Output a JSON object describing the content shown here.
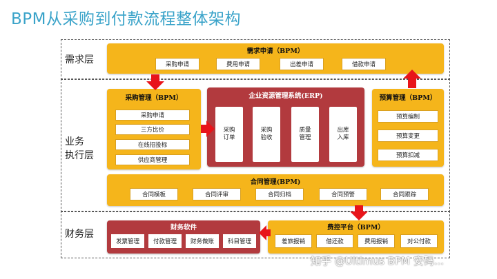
{
  "title": "BPM从采购到付款流程整体架构",
  "layers": {
    "demand": "需求层",
    "business": "业务\n执行层",
    "finance": "财务层"
  },
  "demand_box": {
    "title": "需求申请（BPM）",
    "items": [
      "采购申请",
      "费用申请",
      "出差申请",
      "借款申请"
    ]
  },
  "procurement_box": {
    "title": "采购管理（BPM）",
    "items": [
      "采购申请",
      "三方比价",
      "在线招投标",
      "供应商管理"
    ]
  },
  "erp_box": {
    "title": "企业资源管理系统(ERP)",
    "items": [
      "采购订单",
      "采购验收",
      "质量管理",
      "出库入库"
    ]
  },
  "budget_box": {
    "title": "预算管理（BPM）",
    "items": [
      "预算编制",
      "预算变更",
      "预算扣减"
    ]
  },
  "contract_box": {
    "title": "合同管理(BPM)",
    "items": [
      "合同模板",
      "合同评审",
      "合同归档",
      "合同预警",
      "合同跟踪"
    ]
  },
  "finance_box": {
    "title": "财务软件",
    "items": [
      "发票管理",
      "付款管理",
      "财务做账",
      "科目管理"
    ]
  },
  "expense_box": {
    "title": "费控平台（BPM）",
    "items": [
      "差旅报销",
      "借还款",
      "费用报销",
      "对公付款"
    ]
  },
  "watermark": "知乎 @Ultimus BPM 安码...",
  "colors": {
    "title": "#3aa3c9",
    "yellow_box": "#f5b51b",
    "red_box": "#b23a3e",
    "arrow": "#e8141a"
  }
}
